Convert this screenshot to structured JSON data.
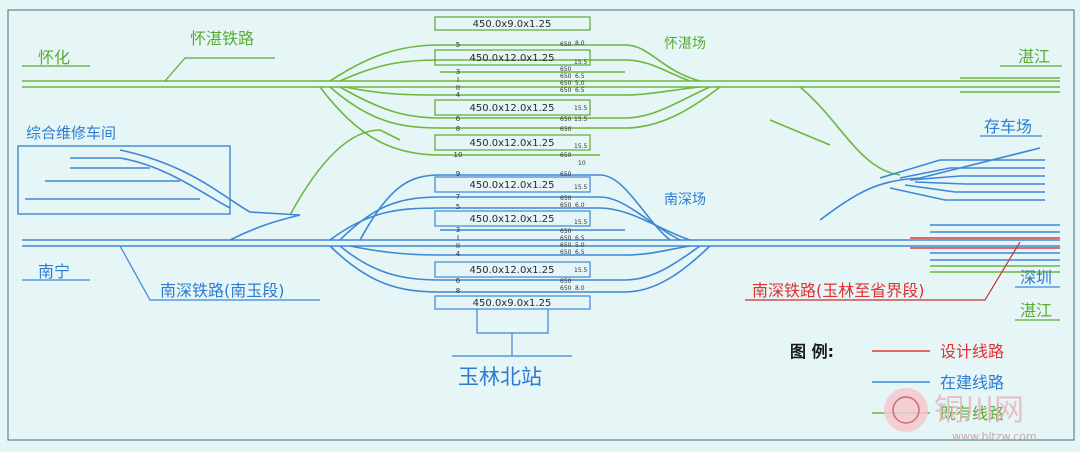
{
  "colors": {
    "existing": "#6ab83c",
    "construction": "#3d87d6",
    "design": "#e03a3a",
    "text_blue": "#2c7cd0",
    "text_green": "#5aab34",
    "text_red": "#e03030",
    "legend_text": "#1a1a1a",
    "background": "#e6f6f7"
  },
  "places": {
    "huaihua": "怀化",
    "zhanjiang_top": "湛江",
    "nanning": "南宁",
    "shenzhen": "深圳",
    "zhanjiang_bottom": "湛江",
    "maintenance": "综合维修车间",
    "storage_yard": "存车场",
    "huaizhan_yard": "怀湛场",
    "nanshen_yard": "南深场",
    "station": "玉林北站"
  },
  "lines": {
    "huaizhan_railway": "怀湛铁路",
    "nanshen_nanyu": "南深铁路(南玉段)",
    "nanshen_yulin": "南深铁路(玉林至省界段)"
  },
  "platforms": [
    {
      "id": "p1",
      "label": "450.0x9.0x1.25"
    },
    {
      "id": "p2",
      "label": "450.0x12.0x1.25"
    },
    {
      "id": "p3",
      "label": "450.0x12.0x1.25"
    },
    {
      "id": "p4",
      "label": "450.0x12.0x1.25"
    },
    {
      "id": "p5",
      "label": "450.0x12.0x1.25"
    },
    {
      "id": "p6",
      "label": "450.0x12.0x1.25"
    },
    {
      "id": "p7",
      "label": "450.0x12.0x1.25"
    },
    {
      "id": "p8",
      "label": "450.0x9.0x1.25"
    }
  ],
  "tracks": {
    "n5": "5",
    "n3": "3",
    "nI": "I",
    "nII": "II",
    "n4": "4",
    "n6": "6",
    "n8": "8",
    "n10": "10",
    "s9": "9",
    "s7": "7",
    "s5": "5",
    "s3": "3",
    "sI": "I",
    "sII": "II",
    "s4": "4",
    "s6": "6",
    "s8": "8"
  },
  "track_data": {
    "len650": "650",
    "w80": "8.0",
    "w155": "15.5",
    "w65": "6.5",
    "w50": "5.0",
    "w60": "6.0",
    "w10": "10"
  },
  "legend": {
    "title": "图  例:",
    "design": "设计线路",
    "construction": "在建线路",
    "existing": "既有线路"
  },
  "watermark": {
    "brand": "铜川网",
    "url": "www.bltzw.com"
  }
}
